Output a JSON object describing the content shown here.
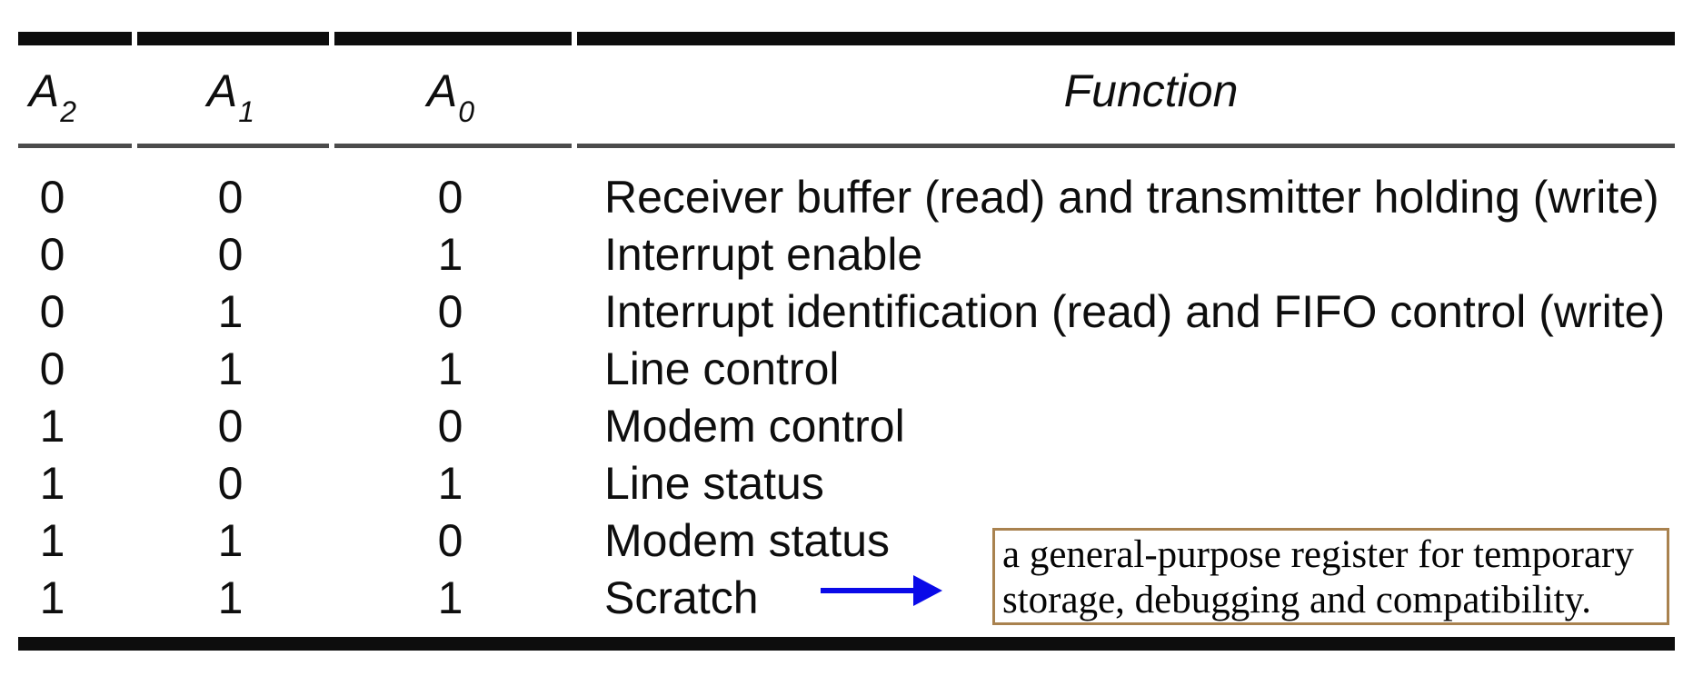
{
  "table": {
    "col_headers": [
      {
        "base": "A",
        "sub": "2"
      },
      {
        "base": "A",
        "sub": "1"
      },
      {
        "base": "A",
        "sub": "0"
      },
      {
        "label": "Function"
      }
    ],
    "rows": [
      {
        "a2": "0",
        "a1": "0",
        "a0": "0",
        "fn": "Receiver buffer (read) and transmitter holding (write)"
      },
      {
        "a2": "0",
        "a1": "0",
        "a0": "1",
        "fn": "Interrupt enable"
      },
      {
        "a2": "0",
        "a1": "1",
        "a0": "0",
        "fn": "Interrupt identification (read) and FIFO control (write)"
      },
      {
        "a2": "0",
        "a1": "1",
        "a0": "1",
        "fn": "Line control"
      },
      {
        "a2": "1",
        "a1": "0",
        "a0": "0",
        "fn": "Modem control"
      },
      {
        "a2": "1",
        "a1": "0",
        "a0": "1",
        "fn": "Line status"
      },
      {
        "a2": "1",
        "a1": "1",
        "a0": "0",
        "fn": "Modem status"
      },
      {
        "a2": "1",
        "a1": "1",
        "a0": "1",
        "fn": "Scratch"
      }
    ]
  },
  "annotation": {
    "text": "a general-purpose register for temporary storage, debugging and compatibility."
  },
  "colors": {
    "arrow": "#0a0ae8",
    "note_border": "#a9824f",
    "rule": "#0d0d0d",
    "header_rule": "#4b4b4b"
  }
}
